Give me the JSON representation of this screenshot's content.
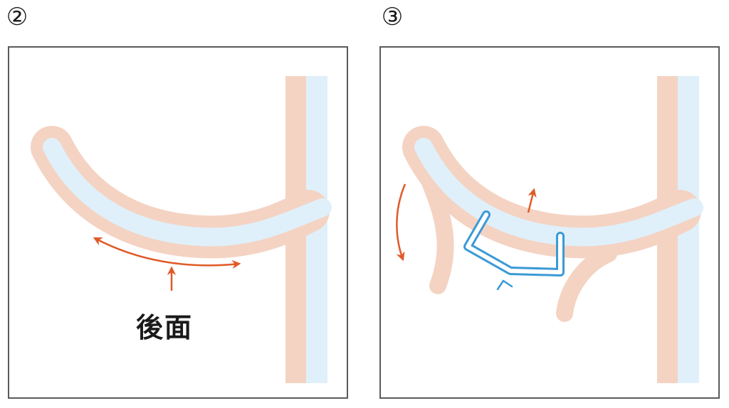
{
  "panels": [
    {
      "step": "②",
      "caption": "後面"
    },
    {
      "step": "③"
    }
  ],
  "colors": {
    "gum": "#f4d3c3",
    "tooth": "#dff0fa",
    "arrow": "#e05a28",
    "floss": "#3a9ad6",
    "border": "#5a5a5a"
  }
}
